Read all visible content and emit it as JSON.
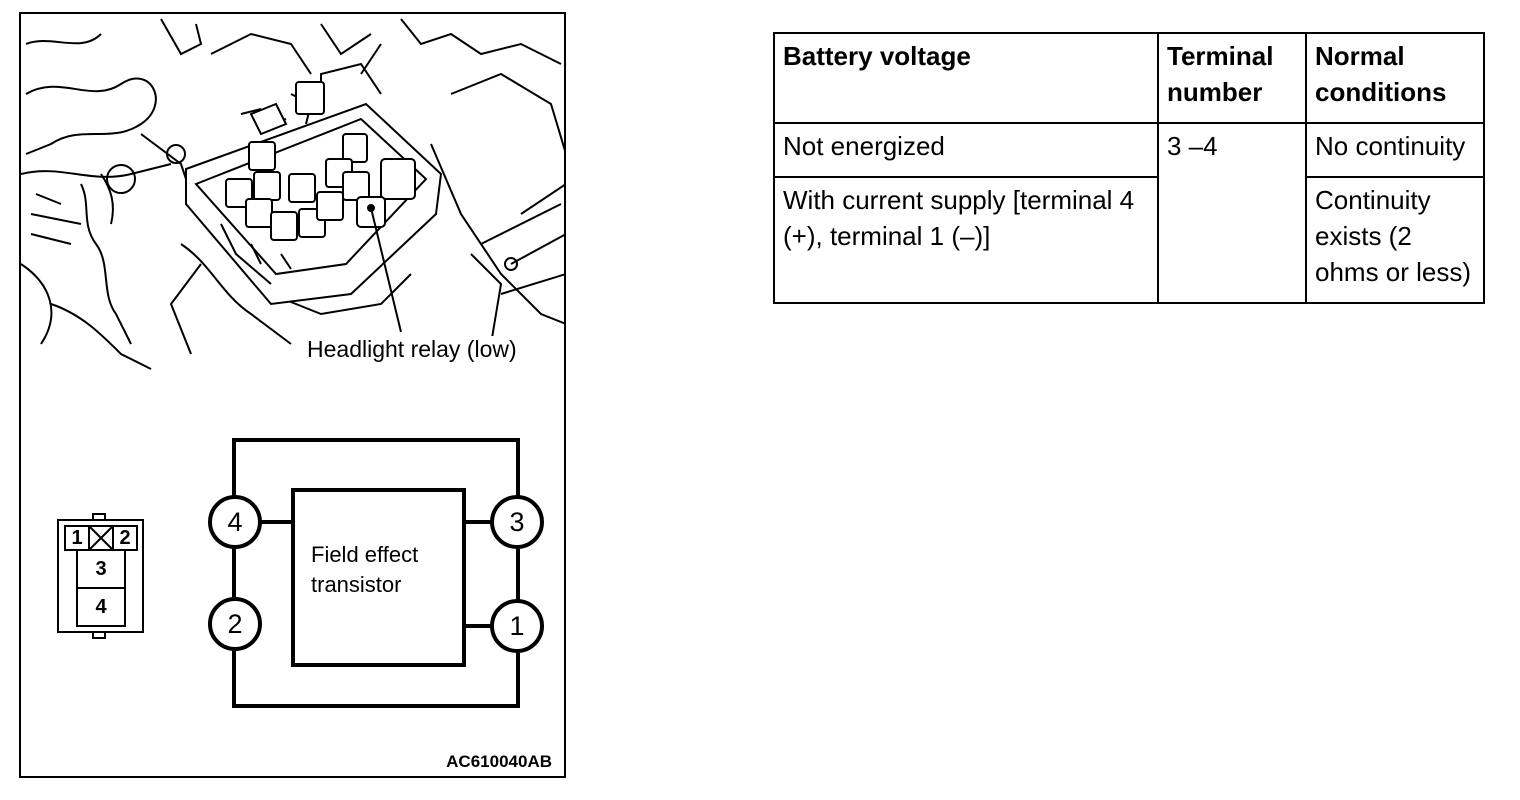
{
  "figure": {
    "relay_label": "Headlight relay (low)",
    "fet_label": "Field effect transistor",
    "terminals": [
      "4",
      "3",
      "2",
      "1"
    ],
    "connector": {
      "top_left": "1",
      "top_right": "2",
      "middle": "3",
      "bottom": "4"
    },
    "code": "AC610040AB"
  },
  "table": {
    "headers": [
      "Battery voltage",
      "Terminal number",
      "Normal conditions"
    ],
    "rows": [
      {
        "battery_voltage": "Not energized",
        "terminal": "3 –4",
        "condition": "No continuity"
      },
      {
        "battery_voltage": "With current supply [terminal 4 (+), terminal 1 (–)]",
        "condition": "Continuity exists (2 ohms or less)"
      }
    ]
  }
}
